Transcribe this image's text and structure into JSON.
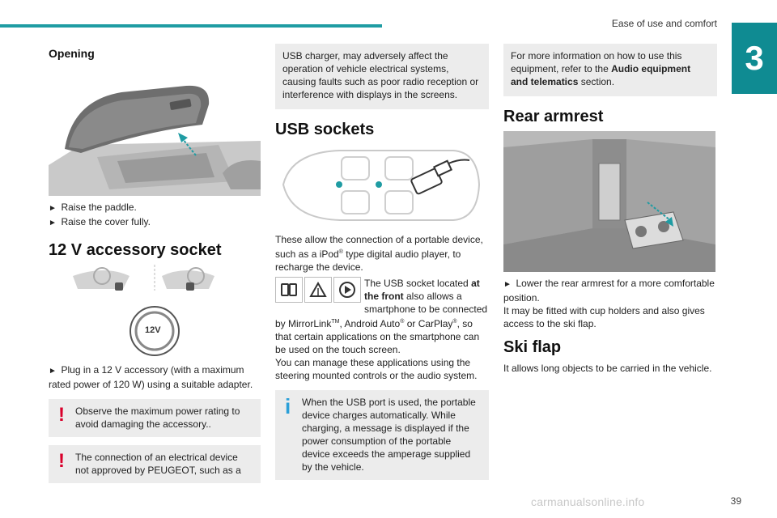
{
  "header": {
    "section_title": "Ease of use and comfort",
    "chapter_number": "3",
    "page_number": "39"
  },
  "colors": {
    "accent": "#1f9ca3",
    "chapter_tab": "#0f8b92",
    "warning": "#d9002b",
    "info": "#2a9fd8",
    "note_bg": "#ececec"
  },
  "col1": {
    "opening_heading": "Opening",
    "opening_steps": [
      "Raise the paddle.",
      "Raise the cover fully."
    ],
    "accessory_heading": "12 V accessory socket",
    "socket_label": "12V",
    "accessory_step": "Plug in a 12 V accessory (with a maximum rated power of 120 W) using a suitable adapter.",
    "warning1": "Observe the maximum power rating to avoid damaging the accessory..",
    "warning2": "The connection of an electrical device not approved by PEUGEOT, such as a"
  },
  "col2": {
    "continued_text": "USB charger, may adversely affect the operation of vehicle electrical systems, causing faults such as poor radio reception or interference with displays in the screens.",
    "usb_heading": "USB sockets",
    "usb_intro_1": "These allow the connection of a portable device, such as a iPod",
    "reg": "®",
    "usb_intro_2": " type digital audio player, to recharge the device.",
    "front_1": "The USB socket located ",
    "front_bold": "at the front",
    "front_2": " also allows a smartphone to be connected by MirrorLink",
    "tm": "TM",
    "front_3": ", Android Auto",
    "front_4": " or CarPlay",
    "front_5": ", so that certain applications on the smartphone can be used on the touch screen.",
    "manage_text": "You can manage these applications using the steering mounted controls or the audio system.",
    "info_text": "When the USB port is used, the portable device charges automatically. While charging, a message is displayed if the power consumption of the portable device exceeds the amperage supplied by the vehicle."
  },
  "col3": {
    "info_box_1": "For more information on how to use this equipment, refer to the ",
    "info_box_bold": "Audio equipment and telematics",
    "info_box_2": " section.",
    "rear_heading": "Rear armrest",
    "rear_step": "Lower the rear armrest for a more comfortable position.",
    "rear_text": "It may be fitted with cup holders and also gives access to the ski flap.",
    "ski_heading": "Ski flap",
    "ski_text": "It allows long objects to be carried in the vehicle."
  },
  "watermark": "carmanualsonline.info"
}
